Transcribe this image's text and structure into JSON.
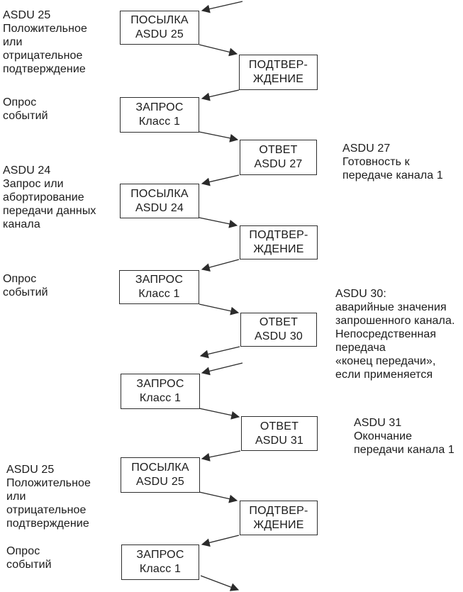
{
  "diagram": {
    "colors": {
      "ink": "#1b1b1b",
      "line": "#2b2b2b",
      "background": "#ffffff"
    },
    "boxes": [
      {
        "text": "ПОСЫЛКА\nASDU 25"
      },
      {
        "text": "ПОДТВЕР-\nЖДЕНИЕ"
      },
      {
        "text": "ЗАПРОС\nКласс 1"
      },
      {
        "text": "ОТВЕТ\nASDU 27"
      },
      {
        "text": "ПОСЫЛКА\nASDU 24"
      },
      {
        "text": "ПОДТВЕР-\nЖДЕНИЕ"
      },
      {
        "text": "ЗАПРОС\nКласс 1"
      },
      {
        "text": "ОТВЕТ\nASDU 30"
      },
      {
        "text": "ЗАПРОС\nКласс 1"
      },
      {
        "text": "ОТВЕТ\nASDU 31"
      },
      {
        "text": "ПОСЫЛКА\nASDU 25"
      },
      {
        "text": "ПОДТВЕР-\nЖДЕНИЕ"
      },
      {
        "text": "ЗАПРОС\nКласс 1"
      }
    ],
    "left_labels": [
      {
        "text": "ASDU 25\nПоложительное\nили\nотрицательное\nподтверждение"
      },
      {
        "text": "Опрос\nсобытий"
      },
      {
        "text": "ASDU 24\nЗапрос или\nабортирование\nпередачи данных\nканала"
      },
      {
        "text": "Опрос\nсобытий"
      },
      {
        "text": "ASDU 25\nПоложительное\nили\nотрицательное\nподтверждение"
      },
      {
        "text": "Опрос\nсобытий"
      }
    ],
    "right_labels": [
      {
        "text": "ASDU 27\nГотовность к\nпередаче канала 1"
      },
      {
        "text": "ASDU 30:\nаварийные значения\nзапрошенного канала.\nНепосредственная\nпередача\n«конец передачи»,\nесли применяется"
      },
      {
        "text": "ASDU 31\nОкончание\nпередачи канала 1"
      }
    ]
  }
}
